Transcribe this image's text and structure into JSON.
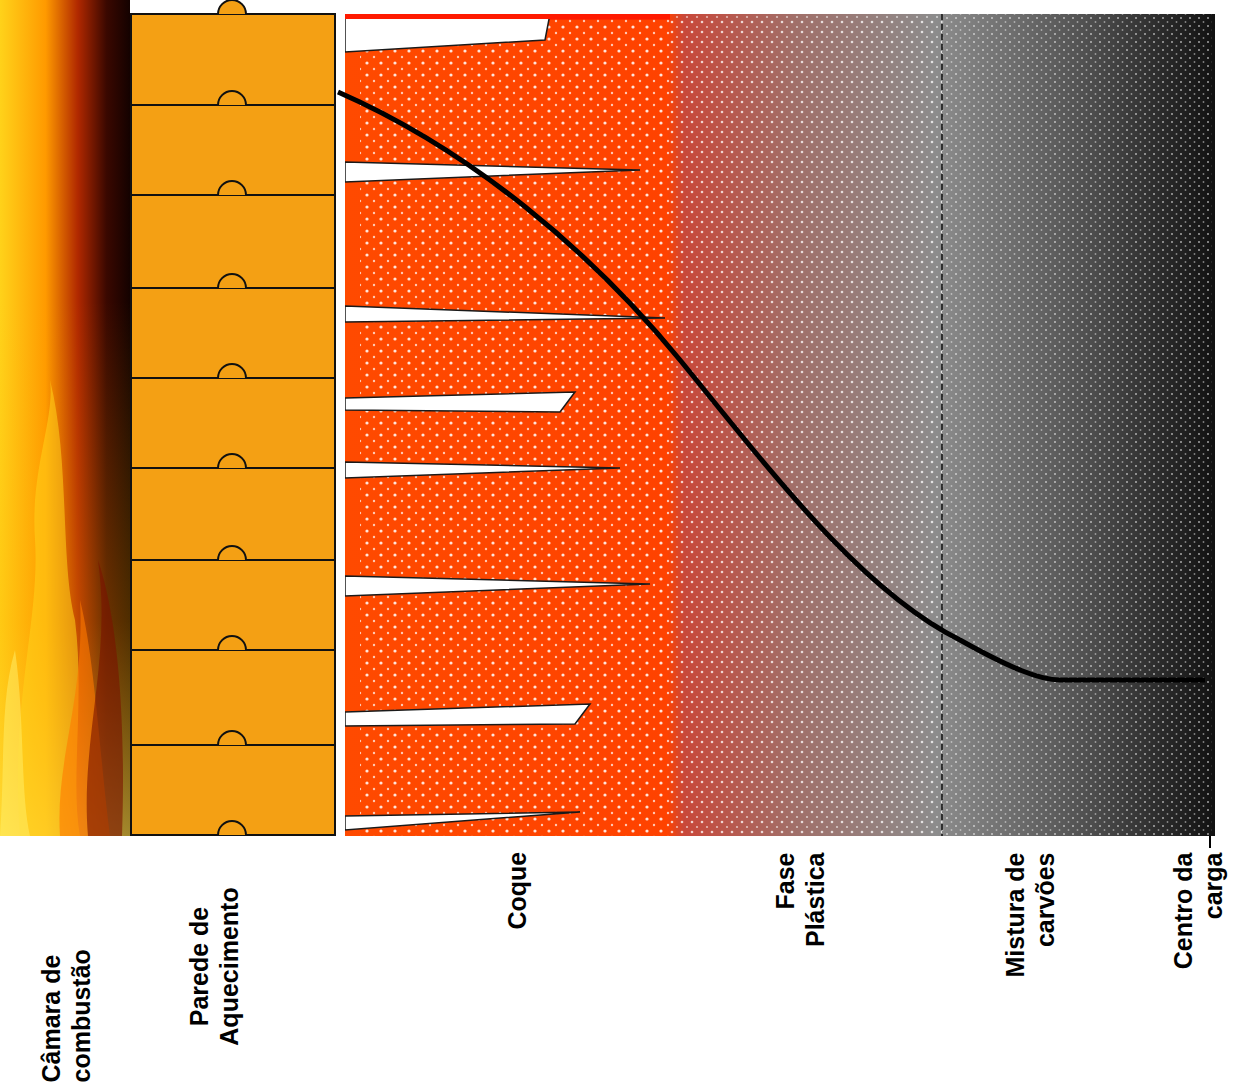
{
  "diagram": {
    "labels": [
      "Câmara de combustão",
      "Parede de Aquecimento",
      "Coque",
      "Fase Plástica",
      "Mistura de carvões",
      "Centro da carga"
    ]
  }
}
